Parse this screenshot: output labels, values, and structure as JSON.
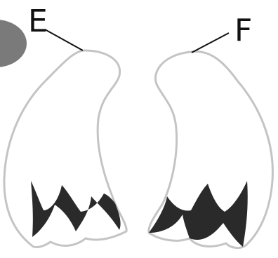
{
  "labels": {
    "left": "E",
    "right": "F"
  },
  "colors": {
    "background": "#ffffff",
    "wing_fill": "#ffffff",
    "wing_outline": "#c4c4c4",
    "feather_tips": "#2a2a2a",
    "ellipse_fill": "#7a7a7a",
    "leader_line": "#111111",
    "label_text": "#111111"
  },
  "icons": [
    "gray-ellipse",
    "left-wing",
    "right-wing"
  ]
}
